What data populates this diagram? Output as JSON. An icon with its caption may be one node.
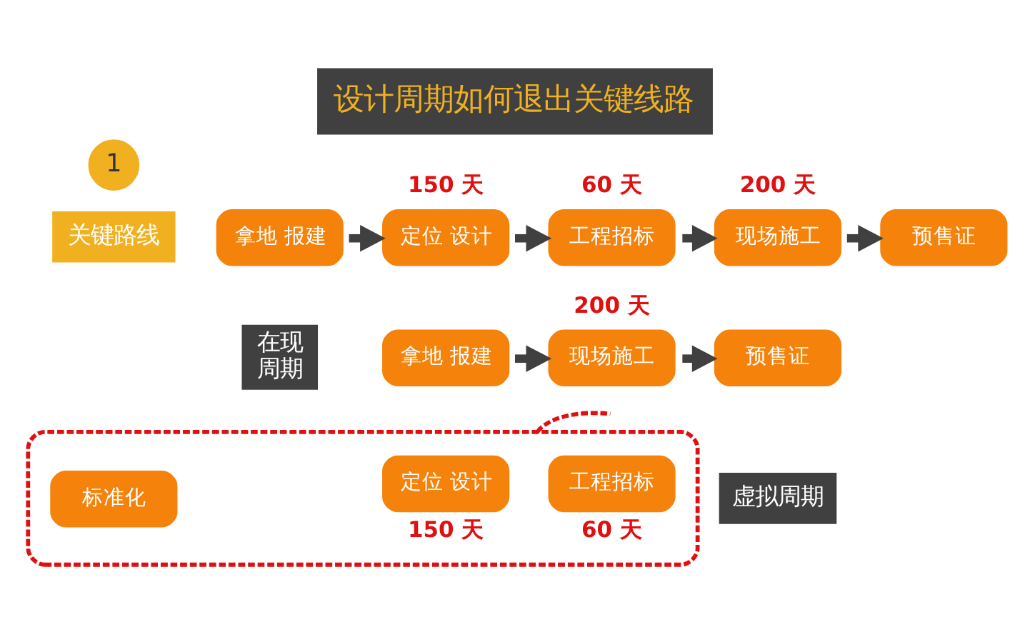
{
  "diagram": {
    "title": "设计周期如何退出关键线路",
    "nodes": [
      {
        "text": [
          "1"
        ]
      },
      {
        "text": [
          "关键路线"
        ]
      },
      {
        "text": [
          "拿地 报建"
        ]
      },
      {
        "text": [
          "定位 设计"
        ],
        "beside": [
          "150 天"
        ]
      },
      {
        "text": [
          "工程招标"
        ],
        "beside": [
          "60 天"
        ]
      },
      {
        "text": [
          "现场施工"
        ],
        "beside": [
          "200 天"
        ]
      },
      {
        "text": [
          "预售证"
        ]
      },
      {
        "text": [
          "在现周期"
        ]
      },
      {
        "text": [
          "拿地 报建"
        ]
      },
      {
        "text": [
          "现场施工"
        ],
        "beside": [
          "200 天"
        ]
      },
      {
        "text": [
          "预售证"
        ]
      },
      {
        "text": [],
        "shape": "box"
      },
      {
        "text": [
          "标准化"
        ],
        "in": 11
      },
      {
        "text": [
          "定位 设计"
        ],
        "in": 11,
        "beside": [
          "150 天"
        ]
      },
      {
        "text": [
          "工程招标"
        ],
        "in": 11,
        "beside": [
          "60 天"
        ]
      },
      {
        "text": [
          "虚拟周期"
        ]
      }
    ],
    "edges": [
      {
        "from": 2,
        "to": 3,
        "arrow": "to"
      },
      {
        "from": 3,
        "to": 4,
        "arrow": "to"
      },
      {
        "from": 4,
        "to": 5,
        "arrow": "to"
      },
      {
        "from": 5,
        "to": 6,
        "arrow": "to"
      },
      {
        "from": 8,
        "to": 9,
        "arrow": "to"
      },
      {
        "from": 9,
        "to": 10,
        "arrow": "to"
      },
      {
        "from": 11,
        "to": null,
        "arrow": "none",
        "style": "dashed",
        "color": "#e01010"
      }
    ]
  }
}
